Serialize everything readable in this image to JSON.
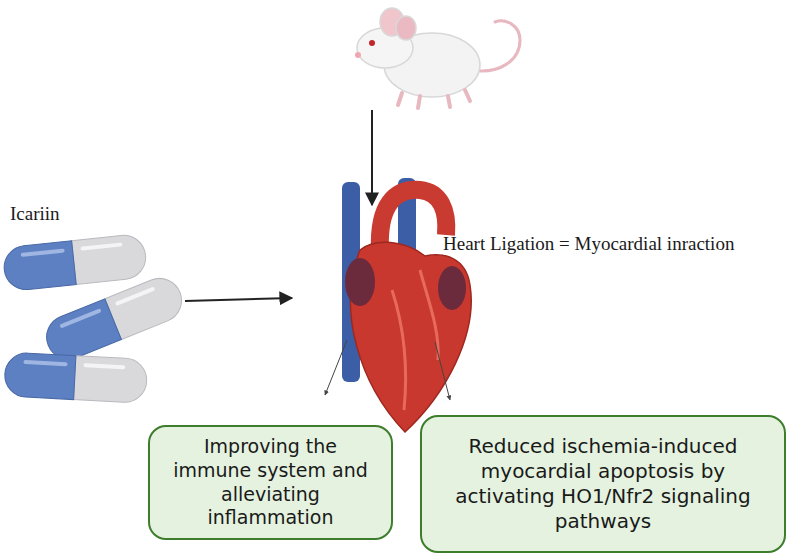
{
  "diagram": {
    "nodes": [
      {
        "text": [
          "Improving the immune system and alleviating inflammation"
        ]
      },
      {
        "text": [
          "Reduced ischemia-induced myocardial apoptosis by activating HO1/Nfr2 signaling pathways"
        ]
      }
    ],
    "labels": [
      "Icariin",
      "Heart Ligation = Myocardial inraction"
    ]
  }
}
